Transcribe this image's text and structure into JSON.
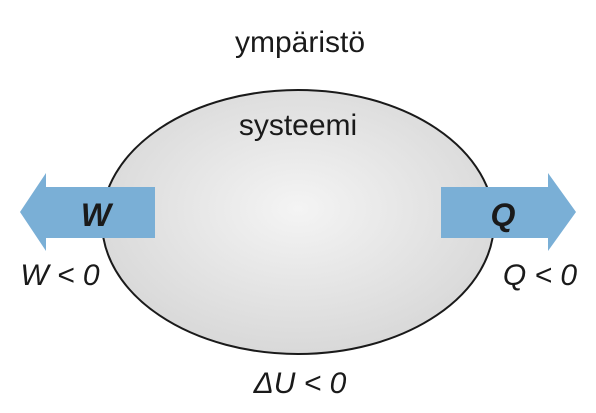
{
  "labels": {
    "environment": "ympäristö",
    "system": "systeemi",
    "work_arrow": "W",
    "heat_arrow": "Q",
    "work_condition": "W < 0",
    "heat_condition": "Q < 0",
    "energy_condition": "ΔU < 0"
  },
  "colors": {
    "arrow_fill": "#7aafd6",
    "system_fill_center": "#f4f4f4",
    "system_fill_edge": "#d9d9d9",
    "system_stroke": "#1a1a1a",
    "text": "#1a1a1a"
  },
  "arrows": {
    "work": {
      "direction": "left",
      "meaning": "out of system"
    },
    "heat": {
      "direction": "right",
      "meaning": "out of system"
    }
  }
}
